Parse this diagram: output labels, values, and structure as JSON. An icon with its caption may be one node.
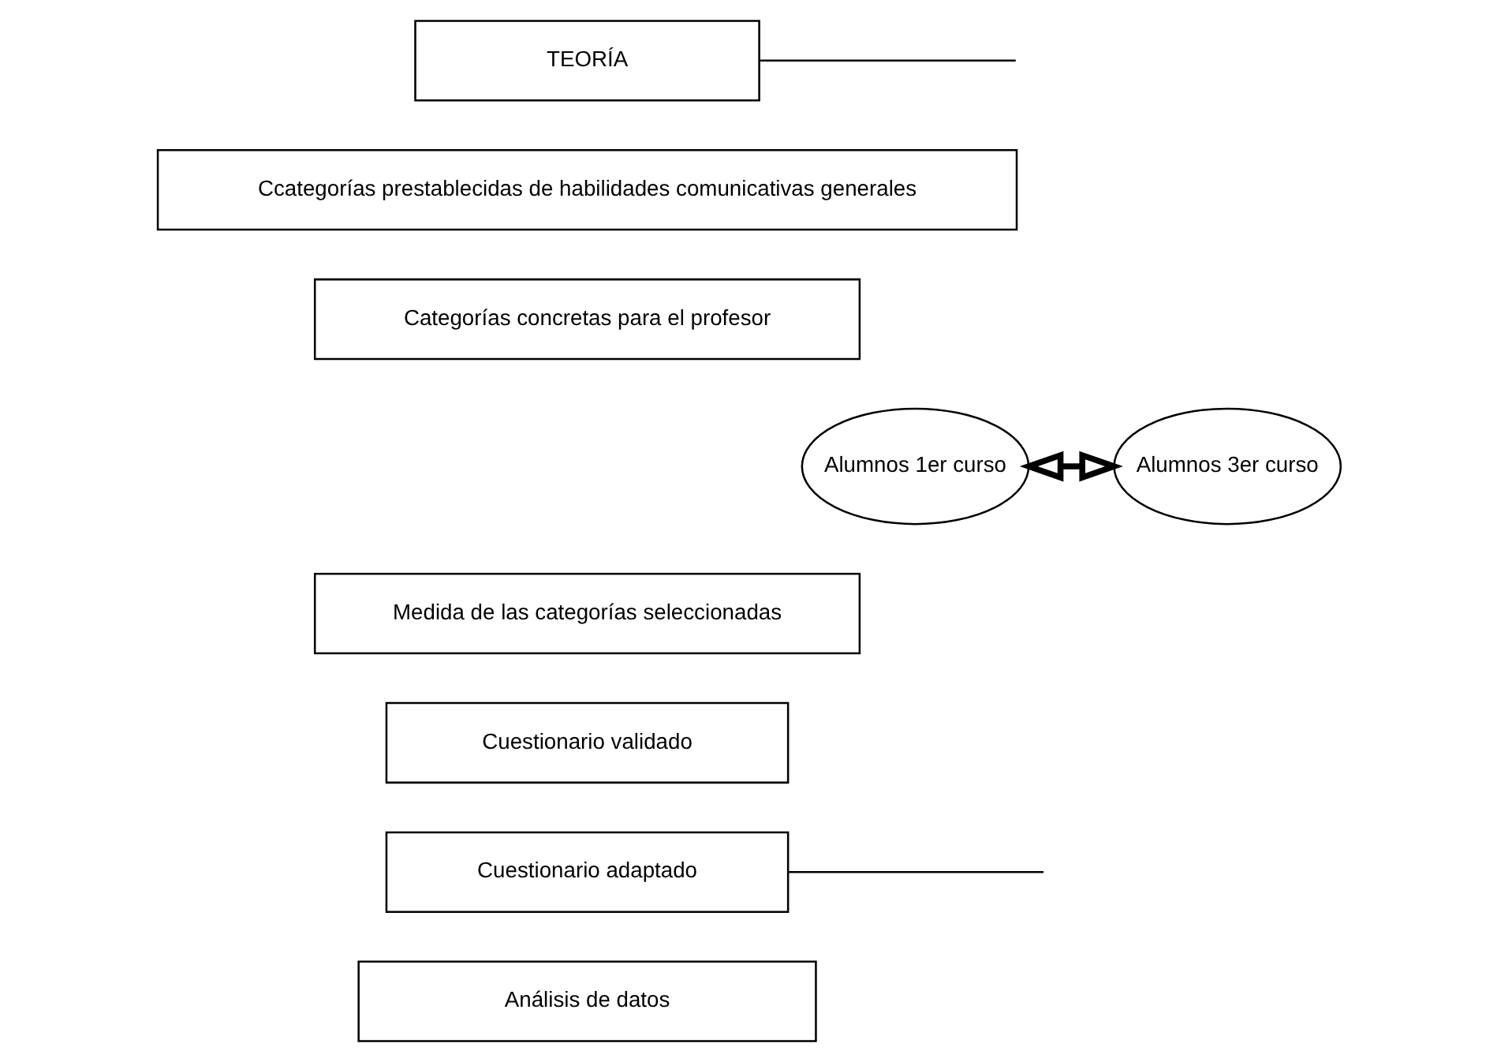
{
  "diagram": {
    "nodes": [
      {
        "text": [
          "TEORÍA"
        ]
      },
      {
        "text": [
          "Ccategorías prestablecidas de habilidades comunicativas generales"
        ]
      },
      {
        "text": [
          "Categorías concretas para el profesor"
        ]
      },
      {
        "text": [
          "Alumnos 1er curso"
        ]
      },
      {
        "text": [
          "Alumnos 3er curso"
        ]
      },
      {
        "text": [
          "Medida de las categorías seleccionadas"
        ]
      },
      {
        "text": [
          "Cuestionario validado"
        ]
      },
      {
        "text": [
          "Cuestionario adaptado"
        ]
      },
      {
        "text": [
          "Análisis de datos"
        ]
      }
    ],
    "edges": [
      {
        "from": 0,
        "to": null,
        "arrow": "none"
      },
      {
        "from": 3,
        "to": 4,
        "arrow": "both",
        "style": "thick"
      },
      {
        "from": 7,
        "to": null,
        "arrow": "none"
      }
    ]
  }
}
